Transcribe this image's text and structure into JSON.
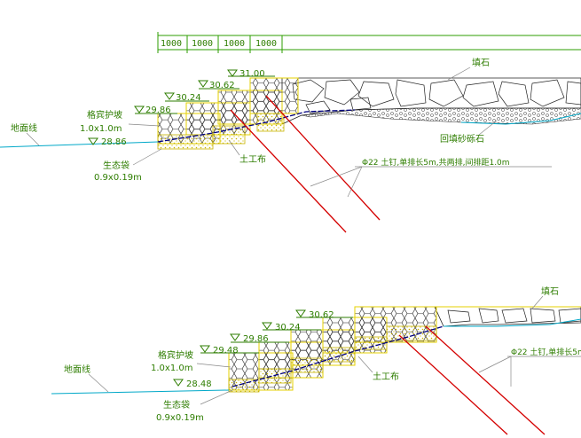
{
  "top_section": {
    "dimensions": [
      "1000",
      "1000",
      "1000",
      "1000"
    ],
    "elevations": [
      "31.00",
      "30.62",
      "30.24",
      "29.86",
      "28.86"
    ],
    "labels": {
      "riprap": "填石",
      "gabion": "格宾护坡",
      "gabion_size": "1.0x1.0m",
      "ground_line": "地面线",
      "eco_bag": "生态袋",
      "eco_bag_size": "0.9x0.19m",
      "geotextile": "土工布",
      "backfill": "回填砂砾石",
      "nail": "Φ22 土钉,单排长5m,共两排,间排距1.0m"
    }
  },
  "bottom_section": {
    "elevations": [
      "30.62",
      "30.24",
      "29.86",
      "29.48",
      "28.48"
    ],
    "labels": {
      "riprap": "填石",
      "gabion": "格宾护坡",
      "gabion_size": "1.0x1.0m",
      "ground_line": "地面线",
      "eco_bag": "生态袋",
      "eco_bag_size": "0.9x0.19m",
      "geotextile": "土工布",
      "nail": "Φ22 土钉,单排长5m,"
    }
  },
  "colors": {
    "annotation": "#2e7d00",
    "gabion_outline": "#e6d200",
    "nail": "#d40000",
    "ground": "#00a8c8",
    "geotextile": "#000080"
  }
}
